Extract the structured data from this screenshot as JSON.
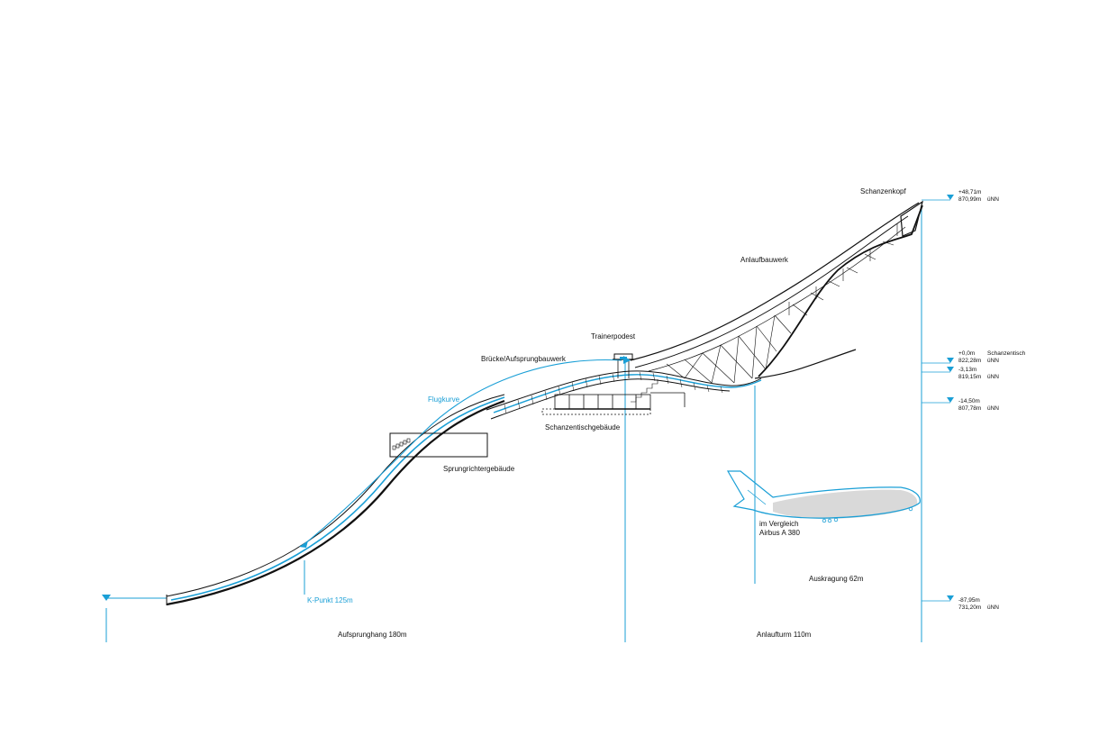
{
  "colors": {
    "accent": "#1a9fd6",
    "ink": "#111111",
    "fill_gray": "#d9d9d9",
    "background": "#ffffff"
  },
  "labels": {
    "schanzenkopf": "Schanzenkopf",
    "anlaufbauwerk": "Anlaufbauwerk",
    "trainerpodest": "Trainerpodest",
    "bruecke": "Brücke/Aufsprungbauwerk",
    "flugkurve": "Flugkurve",
    "schanzentischgebaeude": "Schanzentischgebäude",
    "sprungrichtergebaeude": "Sprungrichtergebäude",
    "vergleich_line1": "im Vergleich",
    "vergleich_line2": "Airbus A 380",
    "auskragung": "Auskragung 62m",
    "kpunkt": "K-Punkt 125m",
    "aufsprunghang": "Aufsprunghang 180m",
    "anlaufturm": "Anlaufturm 110m"
  },
  "levels": [
    {
      "rel": "+48,71m",
      "abs": "870,99m",
      "unit": "üNN",
      "note": ""
    },
    {
      "rel": "+0,0m",
      "abs": "822,28m",
      "unit": "üNN",
      "note": "Schanzentisch"
    },
    {
      "rel": "-3,13m",
      "abs": "819,15m",
      "unit": "üNN",
      "note": ""
    },
    {
      "rel": "-14,50m",
      "abs": "807,78m",
      "unit": "üNN",
      "note": ""
    },
    {
      "rel": "-87,95m",
      "abs": "731,20m",
      "unit": "üNN",
      "note": ""
    }
  ]
}
